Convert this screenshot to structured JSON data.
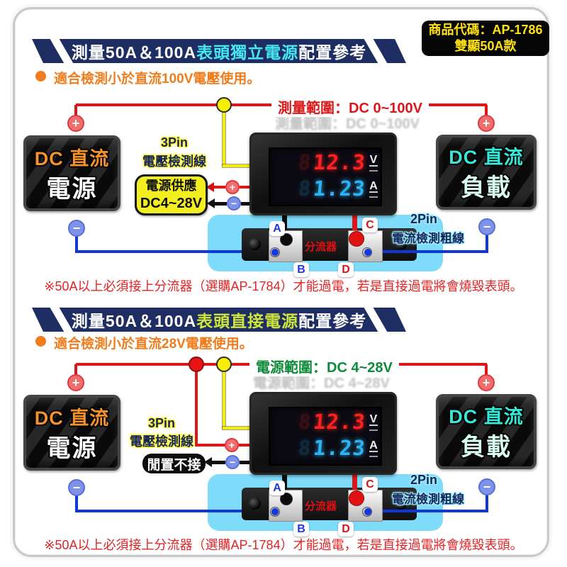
{
  "badge": {
    "line1": "商品代碼：AP-1786",
    "line2": "雙顯50A款"
  },
  "symbols": {
    "plus": "+",
    "minus": "−",
    "ghost_digit": "8"
  },
  "colors": {
    "banner_bg": "#1e2d62",
    "banner_highlight_1": "#45e9f2",
    "banner_highlight_2": "#cfe63c",
    "orange_text": "#f07c1c",
    "red_wire": "#dd1618",
    "blue_wire": "#1038d8",
    "range_text_1": "#dd1618",
    "range_text_2": "#0f8a3a",
    "badge_text": "#ffe113",
    "supply_box_bg": "#f2ee20",
    "shunt_bg": "#7edbfa",
    "volt_digits": "#ff2020",
    "amp_digits": "#2ab4f5"
  },
  "sections": [
    {
      "banner_prefix": "測量50A＆100A",
      "banner_highlight": "表頭獨立電源",
      "banner_suffix": "配置參考",
      "subtitle": "適合檢測小於直流100V電壓使用。",
      "range_label": "測量範圍：DC 0~100V",
      "pin3_line1": "3Pin",
      "pin3_line2": "電壓檢測線",
      "supply_line1": "電源供應",
      "supply_line2": "DC4~28V",
      "pin2_line1": "2Pin",
      "pin2_line2": "電流檢測粗線",
      "source_line1": "DC 直流",
      "source_line2": "電源",
      "load_line1": "DC 直流",
      "load_line2": "負載",
      "meter_volts": "12.3",
      "meter_amps": "1.23",
      "volt_unit": "V",
      "amp_unit": "A",
      "shunt_label": "分流器",
      "term_a": "A",
      "term_b": "B",
      "term_c": "C",
      "term_d": "D",
      "note": "※50A以上必須接上分流器（選購AP-1784）才能過電，若是直接過電將會燒毀表頭。"
    },
    {
      "banner_prefix": "測量50A＆100A",
      "banner_highlight": "表頭直接電源",
      "banner_suffix": "配置參考",
      "subtitle": "適合檢測小於直流28V電壓使用。",
      "range_label": "電源範圍：DC 4~28V",
      "pin3_line1": "3Pin",
      "pin3_line2": "電壓檢測線",
      "idle_label": "閒置不接",
      "pin2_line1": "2Pin",
      "pin2_line2": "電流檢測粗線",
      "source_line1": "DC 直流",
      "source_line2": "電源",
      "load_line1": "DC 直流",
      "load_line2": "負載",
      "meter_volts": "12.3",
      "meter_amps": "1.23",
      "volt_unit": "V",
      "amp_unit": "A",
      "shunt_label": "分流器",
      "term_a": "A",
      "term_b": "B",
      "term_c": "C",
      "term_d": "D",
      "note": "※50A以上必須接上分流器（選購AP-1784）才能過電，若是直接過電將會燒毀表頭。"
    }
  ]
}
